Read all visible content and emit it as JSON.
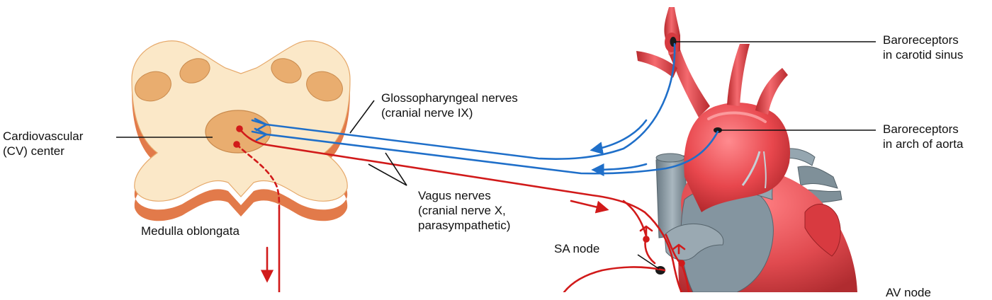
{
  "labels": {
    "cv_center": [
      "Cardiovascular",
      "(CV) center"
    ],
    "medulla": "Medulla oblongata",
    "glosso": [
      "Glossopharyngeal nerves",
      "(cranial nerve IX)"
    ],
    "vagus": [
      "Vagus nerves",
      "(cranial nerve X,",
      "parasympathetic)"
    ],
    "sa_node": "SA node",
    "baro_carotid": [
      "Baroreceptors",
      "in carotid sinus"
    ],
    "baro_aortic": [
      "Baroreceptors",
      "in arch of aorta"
    ],
    "av_node": "AV node"
  },
  "colors": {
    "sensory_nerve": "#1f6fc9",
    "motor_nerve": "#d11a1a",
    "artery": "#e8474d",
    "vein": "#7f9099",
    "medulla_white": "#fbe8c8",
    "medulla_gray": "#e9ad6f",
    "background": "#ffffff"
  }
}
